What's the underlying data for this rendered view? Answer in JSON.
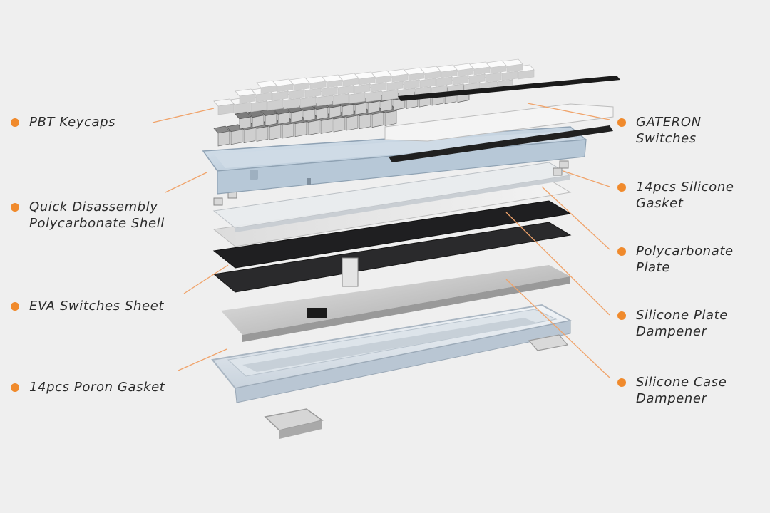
{
  "colors": {
    "accent": "#f08a2c",
    "leader": "#f0a36a",
    "text": "#2b2b2b",
    "background": "#efefef"
  },
  "callouts": [
    {
      "id": "pbt-keycaps",
      "lines": [
        "PBT Keycaps"
      ]
    },
    {
      "id": "quick-disassembly-shell",
      "lines": [
        "Quick Disassembly",
        "Polycarbonate Shell"
      ]
    },
    {
      "id": "eva-switches-sheet",
      "lines": [
        "EVA Switches Sheet"
      ]
    },
    {
      "id": "poron-gasket",
      "lines": [
        "14pcs Poron Gasket"
      ]
    },
    {
      "id": "gateron-switches",
      "lines": [
        "GATERON",
        "Switches"
      ]
    },
    {
      "id": "silicone-gasket",
      "lines": [
        "14pcs Silicone",
        "Gasket"
      ]
    },
    {
      "id": "polycarbonate-plate",
      "lines": [
        "Polycarbonate",
        "Plate"
      ]
    },
    {
      "id": "silicone-plate-dampener",
      "lines": [
        "Silicone Plate",
        "Dampener"
      ]
    },
    {
      "id": "silicone-case-dampener",
      "lines": [
        "Silicone Case",
        "Dampener"
      ]
    }
  ]
}
